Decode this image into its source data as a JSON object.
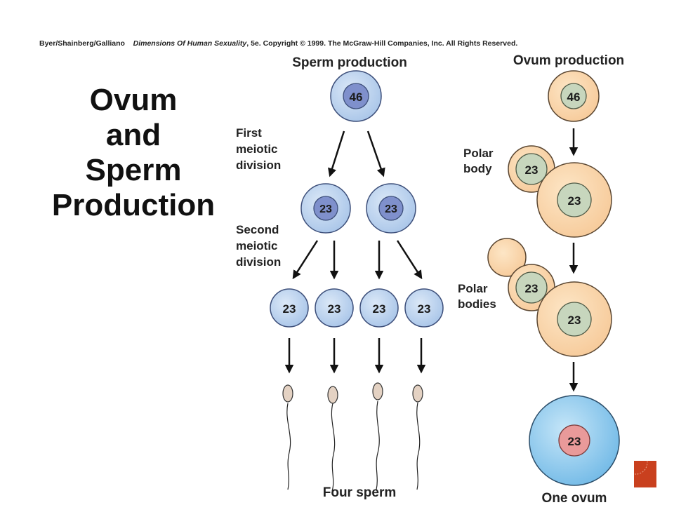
{
  "credit": {
    "authors": "Byer/Shainberg/Galliano",
    "book": "Dimensions Of Human Sexuality",
    "rest": ", 5e. Copyright © 1999. The McGraw-Hill Companies, Inc. All Rights Reserved."
  },
  "title_lines": [
    "Ovum",
    "and",
    "Sperm",
    "Production"
  ],
  "sperm": {
    "heading": "Sperm production",
    "parent": "46",
    "first_label": [
      "First",
      "meiotic",
      "division"
    ],
    "second_label": [
      "Second",
      "meiotic",
      "division"
    ],
    "secondary": [
      "23",
      "23"
    ],
    "spermatids": [
      "23",
      "23",
      "23",
      "23"
    ],
    "footer": "Four sperm"
  },
  "ovum": {
    "heading": "Ovum production",
    "parent": "46",
    "polar_body_label": [
      "Polar",
      "body"
    ],
    "stage1_polar": "23",
    "stage1_cell": "23",
    "polar_bodies_label": [
      "Polar",
      "bodies"
    ],
    "stage2_polar": "23",
    "stage2_cell": "23",
    "ovum": "23",
    "footer": "One ovum"
  },
  "colors": {
    "sperm_cell": "#b9d2ee",
    "sperm_nucleus": "#7f90cc",
    "ovum_cell": "#fad7ab",
    "ovum_nucleus": "#c7d6bd",
    "mature_ovum": "#9fd2ef",
    "mature_nucleus": "#e99a9a",
    "accent": "#c9401e"
  }
}
